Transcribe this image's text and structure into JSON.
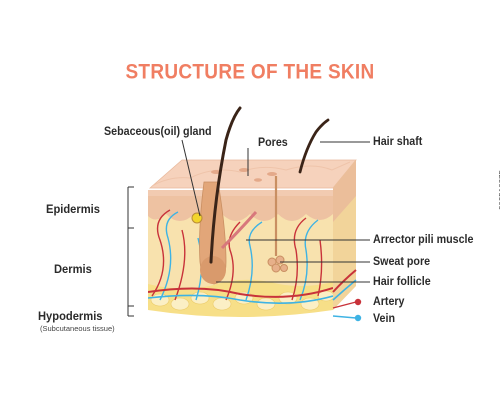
{
  "title": "STRUCTURE OF THE SKIN",
  "colors": {
    "title": "#F07E62",
    "epidermis_top": "#F6D2BC",
    "epidermis": "#EEC2A2",
    "dermis": "#F8E2AE",
    "hypodermis": "#F7DF88",
    "hair": "#3A2418",
    "follicle": "#C98F62",
    "artery": "#C8323A",
    "vein": "#3EB3E4"
  },
  "layers": {
    "epidermis": "Epidermis",
    "dermis": "Dermis",
    "hypodermis": "Hypodermis",
    "hypodermis_sub": "(Subcutaneous tissue)"
  },
  "callouts": {
    "sebaceous": "Sebaceous(oil) gland",
    "pores": "Pores",
    "hair_shaft": "Hair shaft",
    "arrector": "Arrector pili muscle",
    "sweat_pore": "Sweat pore",
    "hair_follicle": "Hair follicle",
    "artery": "Artery",
    "vein": "Vein"
  },
  "watermark": "202519375"
}
